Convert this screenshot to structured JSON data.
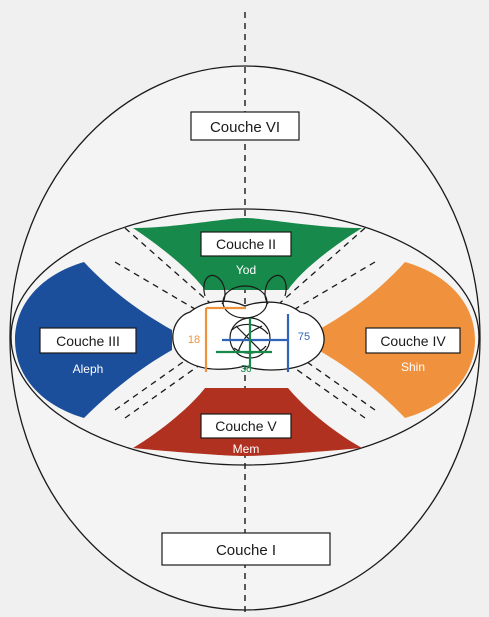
{
  "diagram": {
    "layers": {
      "layer_vi": {
        "label": "Couche VI"
      },
      "layer_ii": {
        "label": "Couche II",
        "sublabel": "Yod",
        "color": "#17894a"
      },
      "layer_iii": {
        "label": "Couche III",
        "sublabel": "Aleph",
        "color": "#1b4e9b"
      },
      "layer_iv": {
        "label": "Couche IV",
        "sublabel": "Shin",
        "color": "#f0923d"
      },
      "layer_v": {
        "label": "Couche V",
        "sublabel": "Mem",
        "color": "#b0311f"
      },
      "layer_i": {
        "label": "Couche I"
      }
    },
    "center_numbers": {
      "left": {
        "value": "18",
        "color": "#f0923d"
      },
      "right": {
        "value": "75",
        "color": "#2f64b8"
      },
      "bottom": {
        "value": "36",
        "color": "#17894a"
      }
    }
  }
}
